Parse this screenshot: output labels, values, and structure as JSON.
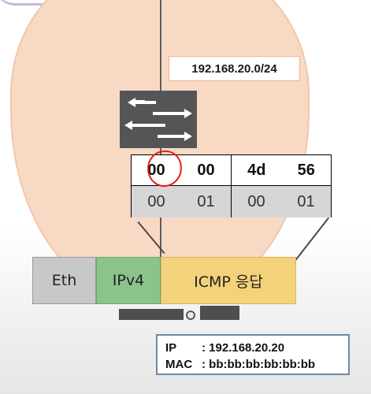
{
  "network": {
    "subnet": "192.168.20.0/24"
  },
  "mac_table": {
    "row1": [
      "00",
      "00",
      "4d",
      "56"
    ],
    "row2": [
      "00",
      "01",
      "00",
      "01"
    ]
  },
  "packet": {
    "segments": [
      {
        "label": "Eth",
        "color": "#c8c8c8"
      },
      {
        "label": "IPv4",
        "color": "#8bc48a"
      },
      {
        "label": "ICMP 응답",
        "color": "#f4d27b"
      }
    ]
  },
  "host": {
    "ip_key": "IP",
    "ip_value": ": 192.168.20.20",
    "mac_key": "MAC",
    "mac_value": ": bb:bb:bb:bb:bb:bb"
  },
  "colors": {
    "network_blob": "#f8d9c4",
    "switch": "#555557",
    "highlight_mark": "#e3201b"
  },
  "icons": {
    "switch": "switch-arrows-icon",
    "host": "computer-icon"
  }
}
